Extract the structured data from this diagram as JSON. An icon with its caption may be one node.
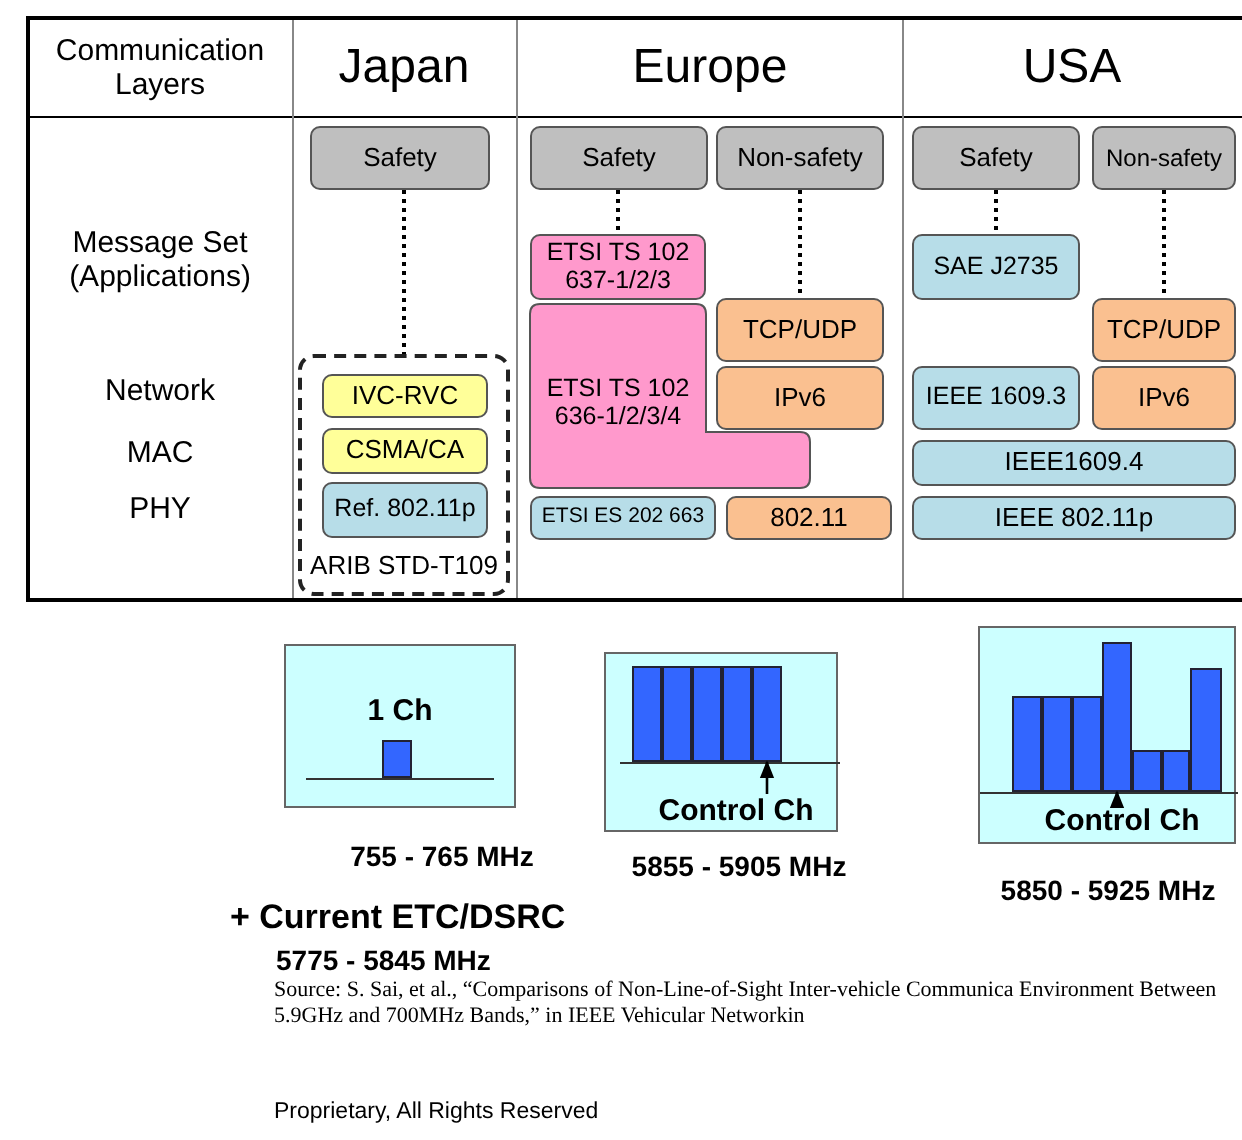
{
  "diagram": {
    "nodes": [
      {
        "text": [
          "Safety"
        ]
      },
      {
        "text": [
          "ARIB STD-T109"
        ]
      },
      {
        "text": [
          "IVC-RVC"
        ],
        "in": 1
      },
      {
        "text": [
          "CSMA/CA"
        ],
        "in": 1
      },
      {
        "text": [
          "Ref. 802.11p"
        ],
        "in": 1
      },
      {
        "text": [
          "Safety"
        ]
      },
      {
        "text": [
          "Non-safety"
        ]
      },
      {
        "text": [
          "ETSI TS 102 637-1/2/3"
        ]
      },
      {
        "text": [
          "TCP/UDP"
        ]
      },
      {
        "text": [
          "IPv6"
        ]
      },
      {
        "text": [
          "ETSI TS 102 636-1/2/3/4"
        ]
      },
      {
        "text": [
          "ETSI ES 202 663"
        ]
      },
      {
        "text": [
          "802.11"
        ]
      },
      {
        "text": [
          "Safety"
        ]
      },
      {
        "text": [
          "Non-safety"
        ]
      },
      {
        "text": [
          "SAE J2735"
        ]
      },
      {
        "text": [
          "TCP/UDP"
        ]
      },
      {
        "text": [
          "IEEE 1609.3"
        ]
      },
      {
        "text": [
          "IPv6"
        ]
      },
      {
        "text": [
          "IEEE1609.4"
        ]
      },
      {
        "text": [
          "IEEE 802.11p"
        ]
      },
      {
        "text": [
          "1 Ch"
        ],
        "beside": [
          "755 - 765 MHz"
        ]
      },
      {
        "text": [],
        "shape": "bar",
        "in": 21
      },
      {
        "text": [],
        "shape": "box",
        "beside": [
          "5855 - 5905 MHz"
        ]
      },
      {
        "text": [],
        "shape": "bar",
        "in": 23
      },
      {
        "text": [],
        "shape": "bar",
        "in": 23
      },
      {
        "text": [],
        "shape": "bar",
        "in": 23
      },
      {
        "text": [],
        "shape": "bar",
        "in": 23
      },
      {
        "text": [],
        "shape": "bar",
        "in": 23
      },
      {
        "text": [
          "Control Ch"
        ],
        "in": 23
      },
      {
        "text": [],
        "shape": "box",
        "beside": [
          "5850 - 5925 MHz"
        ]
      },
      {
        "text": [],
        "shape": "bar",
        "in": 30
      },
      {
        "text": [],
        "shape": "bar",
        "in": 30
      },
      {
        "text": [],
        "shape": "bar",
        "in": 30
      },
      {
        "text": [],
        "shape": "bar",
        "in": 30
      },
      {
        "text": [],
        "shape": "bar",
        "in": 30
      },
      {
        "text": [],
        "shape": "bar",
        "in": 30
      },
      {
        "text": [],
        "shape": "bar",
        "in": 30
      },
      {
        "text": [
          "Control Ch"
        ],
        "in": 30
      }
    ],
    "edges": [
      {
        "from": 0,
        "to": 1,
        "arrow": "none",
        "style": "dashed"
      },
      {
        "from": 5,
        "to": 7,
        "arrow": "none",
        "style": "dashed"
      },
      {
        "from": 6,
        "to": 8,
        "arrow": "none",
        "style": "dashed"
      },
      {
        "from": 13,
        "to": 15,
        "arrow": "none",
        "style": "dashed"
      },
      {
        "from": 14,
        "to": 16,
        "arrow": "none",
        "style": "dashed"
      },
      {
        "from": 29,
        "to": 28,
        "arrow": "to"
      },
      {
        "from": 38,
        "to": 34,
        "arrow": "to"
      }
    ],
    "labels": [
      "Communication Layers",
      "Japan",
      "Europe",
      "USA",
      "Message Set (Applications)",
      "Network",
      "MAC",
      "PHY",
      "+ Current ETC/DSRC",
      "5775 - 5845 MHz",
      "Source: S. Sai, et al., “Comparisons of Non-Line-of-Sight Inter-vehicle Communica Environment Between 5.9GHz and 700MHz Bands,” in IEEE Vehicular Networkin",
      "Proprietary, All Rights Reserved"
    ]
  }
}
